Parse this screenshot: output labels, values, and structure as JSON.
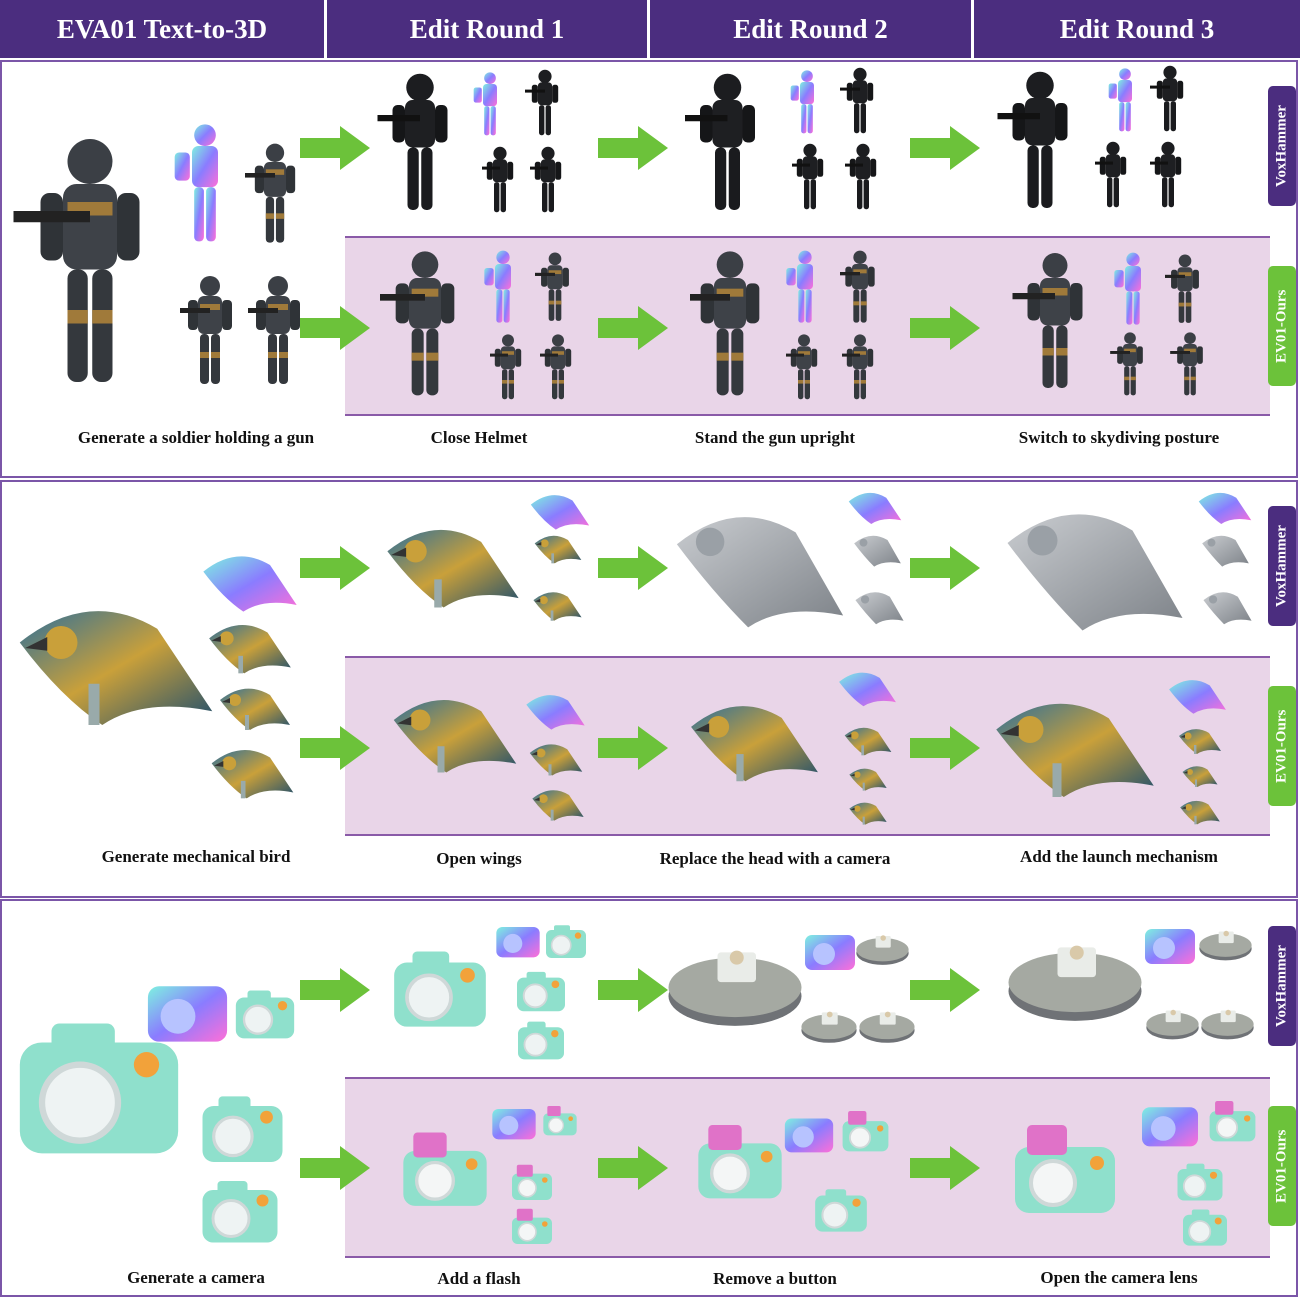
{
  "header": [
    "EVA01 Text-to-3D",
    "Edit Round 1",
    "Edit Round 2",
    "Edit Round 3"
  ],
  "tags": {
    "vox": "VoxHammer",
    "ours": "EV01-Ours"
  },
  "captions": {
    "s1": {
      "gen": "Generate a soldier holding a gun",
      "r1": "Close Helmet",
      "r2": "Stand the gun upright",
      "r3": "Switch to skydiving posture"
    },
    "s2": {
      "gen": "Generate mechanical bird",
      "r1": "Open wings",
      "r2": "Replace the head with a camera",
      "r3": "Add the launch mechanism"
    },
    "s3": {
      "gen": "Generate a camera",
      "r1": "Add a flash",
      "r2": "Remove a button",
      "r3": "Open the camera lens"
    }
  },
  "colors": {
    "header_bg": "#4b2d7f",
    "ours_band": "#e9d5e8",
    "arrow": "#6cc23a",
    "border": "#7b56a8"
  }
}
